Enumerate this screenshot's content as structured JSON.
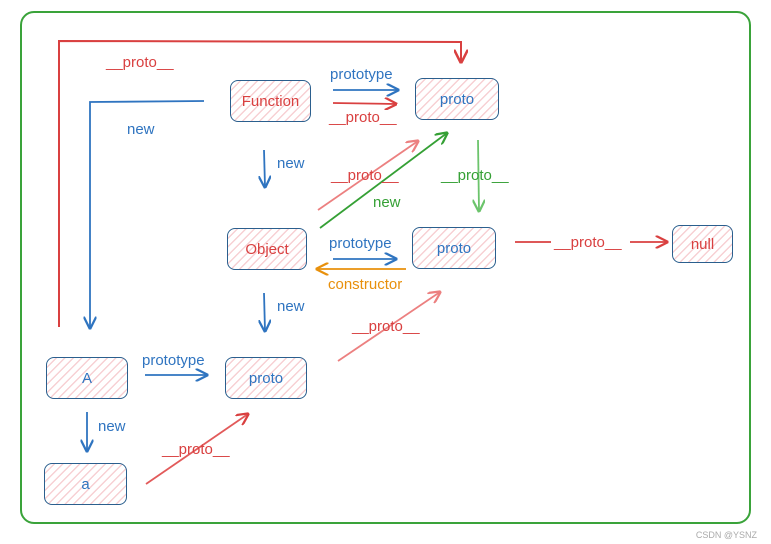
{
  "nodes": {
    "function": {
      "label": "Function"
    },
    "function_proto": {
      "label": "proto"
    },
    "object": {
      "label": "Object"
    },
    "object_proto": {
      "label": "proto"
    },
    "null": {
      "label": "null"
    },
    "a_ctor": {
      "label": "A"
    },
    "a_proto": {
      "label": "proto"
    },
    "a_instance": {
      "label": "a"
    }
  },
  "edges": [
    {
      "id": "a-to-function-proto",
      "label": "__proto__",
      "color": "#d94040"
    },
    {
      "id": "function-new-a",
      "label": "new",
      "color": "#2f74c0"
    },
    {
      "id": "function-prototype",
      "label": "prototype",
      "color": "#2f74c0"
    },
    {
      "id": "function-proto-link",
      "label": "__proto__",
      "color": "#d94040"
    },
    {
      "id": "function-new-object",
      "label": "new",
      "color": "#2f74c0"
    },
    {
      "id": "object-proto-to-function-proto",
      "label": "__proto__",
      "color": "#d94040"
    },
    {
      "id": "object-new-function-proto",
      "label": "new",
      "color": "#35a035"
    },
    {
      "id": "function-proto-to-object-proto",
      "label": "__proto__",
      "color": "#35a035"
    },
    {
      "id": "object-prototype",
      "label": "prototype",
      "color": "#2f74c0"
    },
    {
      "id": "object-constructor",
      "label": "constructor",
      "color": "#e8900c"
    },
    {
      "id": "object-proto-to-null",
      "label": "__proto__",
      "color": "#d94040"
    },
    {
      "id": "object-new-a-proto",
      "label": "new",
      "color": "#2f74c0"
    },
    {
      "id": "a-proto-to-object-proto",
      "label": "__proto__",
      "color": "#d94040"
    },
    {
      "id": "a-prototype",
      "label": "prototype",
      "color": "#2f74c0"
    },
    {
      "id": "a-new-instance",
      "label": "new",
      "color": "#2f74c0"
    },
    {
      "id": "instance-to-a-proto",
      "label": "__proto__",
      "color": "#d94040"
    }
  ],
  "watermark": "CSDN @YSNZ"
}
